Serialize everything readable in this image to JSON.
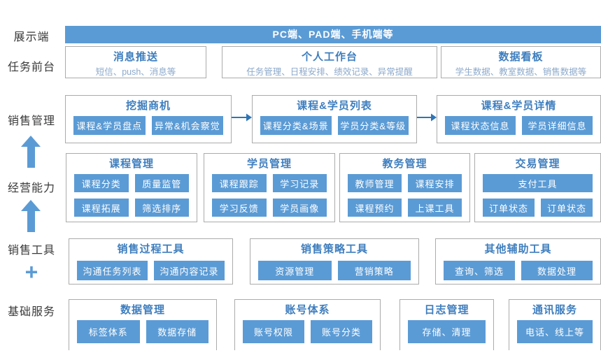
{
  "palette": {
    "primary_blue": "#5B9BD5",
    "title_blue": "#3E7EBE",
    "subtitle_blue": "#8CA9CB",
    "arrow_blue": "#2E75B6",
    "border_gray": "#ABABAB",
    "label_dark": "#3A3A3A"
  },
  "side_labels": [
    {
      "label": "展示端"
    },
    {
      "label": "任务前台"
    },
    {
      "label": "销售管理"
    },
    {
      "label": "经营能力"
    },
    {
      "label": "销售工具"
    },
    {
      "label": "+"
    },
    {
      "label": "基础服务"
    }
  ],
  "top_bar": {
    "label": "PC端、PAD端、手机端等"
  },
  "task_front_row": [
    {
      "title": "消息推送",
      "subtitle": "短信、push、消息等"
    },
    {
      "title": "个人工作台",
      "subtitle": "任务管理、日程安排、绩效记录、异常提醒"
    },
    {
      "title": "数据看板",
      "subtitle": "学生数据、教室数据、销售数据等"
    }
  ],
  "sales_mgmt_row": [
    {
      "title": "挖掘商机",
      "chips": [
        "课程&学员盘点",
        "异常&机会察觉"
      ]
    },
    {
      "title": "课程&学员列表",
      "chips": [
        "课程分类&场景",
        "学员分类&等级"
      ]
    },
    {
      "title": "课程&学员详情",
      "chips": [
        "课程状态信息",
        "学员详细信息"
      ]
    }
  ],
  "operating_row": [
    {
      "title": "课程管理",
      "chips": [
        "课程分类",
        "质量监管",
        "课程拓展",
        "筛选排序"
      ]
    },
    {
      "title": "学员管理",
      "chips": [
        "课程跟踪",
        "学习记录",
        "学习反馈",
        "学员画像"
      ]
    },
    {
      "title": "教务管理",
      "chips": [
        "教师管理",
        "课程安排",
        "课程预约",
        "上课工具"
      ]
    },
    {
      "title": "交易管理",
      "wide_chip": "支付工具",
      "chips": [
        "订单状态",
        "订单状态"
      ]
    }
  ],
  "sales_tools_row": [
    {
      "title": "销售过程工具",
      "chips": [
        "沟通任务列表",
        "沟通内容记录"
      ]
    },
    {
      "title": "销售策略工具",
      "chips": [
        "资源管理",
        "营销策略"
      ]
    },
    {
      "title": "其他辅助工具",
      "chips": [
        "查询、筛选",
        "数据处理"
      ]
    }
  ],
  "basic_row": [
    {
      "title": "数据管理",
      "chips": [
        "标签体系",
        "数据存储"
      ]
    },
    {
      "title": "账号体系",
      "chips": [
        "账号权限",
        "账号分类"
      ]
    },
    {
      "title": "日志管理",
      "chips": [
        "存储、清理"
      ]
    },
    {
      "title": "通讯服务",
      "chips": [
        "电话、线上等"
      ]
    }
  ]
}
